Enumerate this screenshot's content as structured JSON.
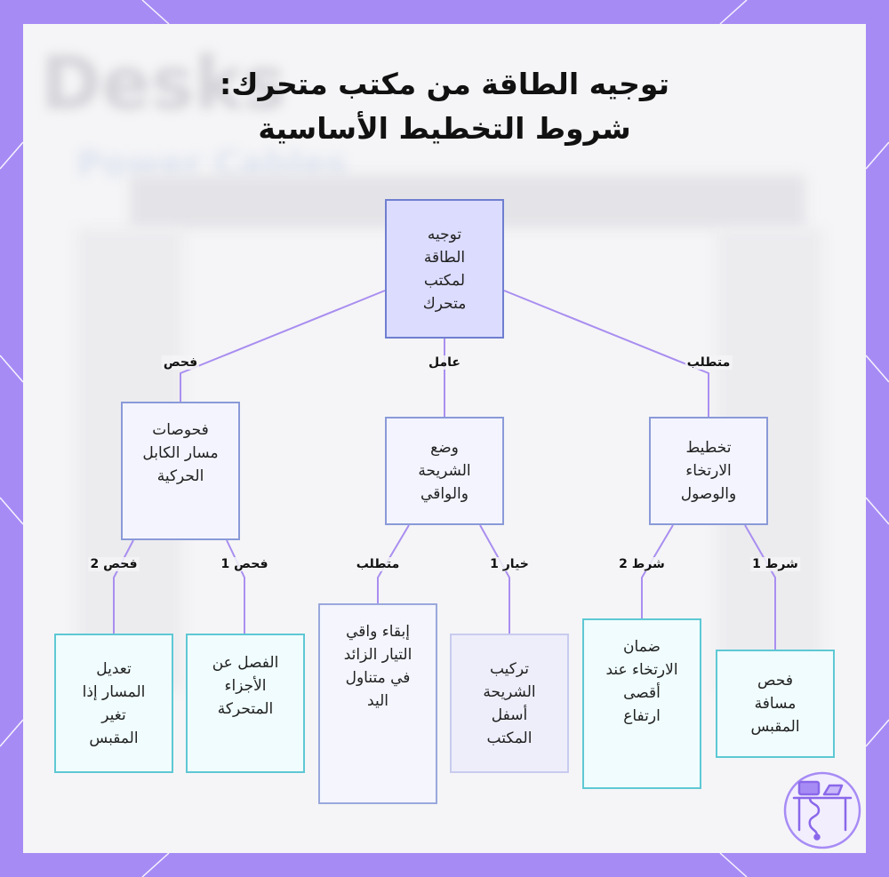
{
  "title": {
    "line1": "توجيه الطاقة من مكتب متحرك:",
    "line2": "شروط التخطيط الأساسية"
  },
  "background": {
    "word": "Desks",
    "sub": "Power Cables"
  },
  "nodes": {
    "root": {
      "lines": [
        "توجيه",
        "الطاقة",
        "لمكتب",
        "متحرك"
      ]
    },
    "mid_checks": {
      "lines": [
        "فحوصات",
        "مسار الكابل",
        "الحركية"
      ]
    },
    "mid_strip": {
      "lines": [
        "وضع",
        "الشريحة",
        "والواقي"
      ]
    },
    "mid_plan": {
      "lines": [
        "تخطيط",
        "الارتخاء",
        "والوصول"
      ]
    },
    "leaf_reroute": {
      "lines": [
        "تعديل",
        "المسار إذا",
        "تغير",
        "المقبس"
      ]
    },
    "leaf_separate": {
      "lines": [
        "الفصل عن",
        "الأجزاء",
        "المتحركة"
      ]
    },
    "leaf_keep": {
      "lines": [
        "إبقاء واقي",
        "التيار الزائد",
        "في متناول",
        "اليد"
      ]
    },
    "leaf_mount": {
      "lines": [
        "تركيب",
        "الشريحة",
        "أسفل",
        "المكتب"
      ]
    },
    "leaf_slack": {
      "lines": [
        "ضمان",
        "الارتخاء عند",
        "أقصى",
        "ارتفاع"
      ]
    },
    "leaf_distance": {
      "lines": [
        "فحص",
        "مسافة",
        "المقبس"
      ]
    }
  },
  "edges": {
    "check": "فحص",
    "factor": "عامل",
    "requirement": "متطلب",
    "check2": "فحص 2",
    "check1": "فحص 1",
    "requirement2": "متطلب",
    "option1": "خيار 1",
    "condition2": "شرط 2",
    "condition1": "شرط 1"
  },
  "colors": {
    "frame": "#a78bf5",
    "edge": "#a98ef0",
    "root_fill": "#dcdcff",
    "leaf_border": "#5ec8d4"
  },
  "icons": [
    "desk-cable-logo-icon"
  ]
}
